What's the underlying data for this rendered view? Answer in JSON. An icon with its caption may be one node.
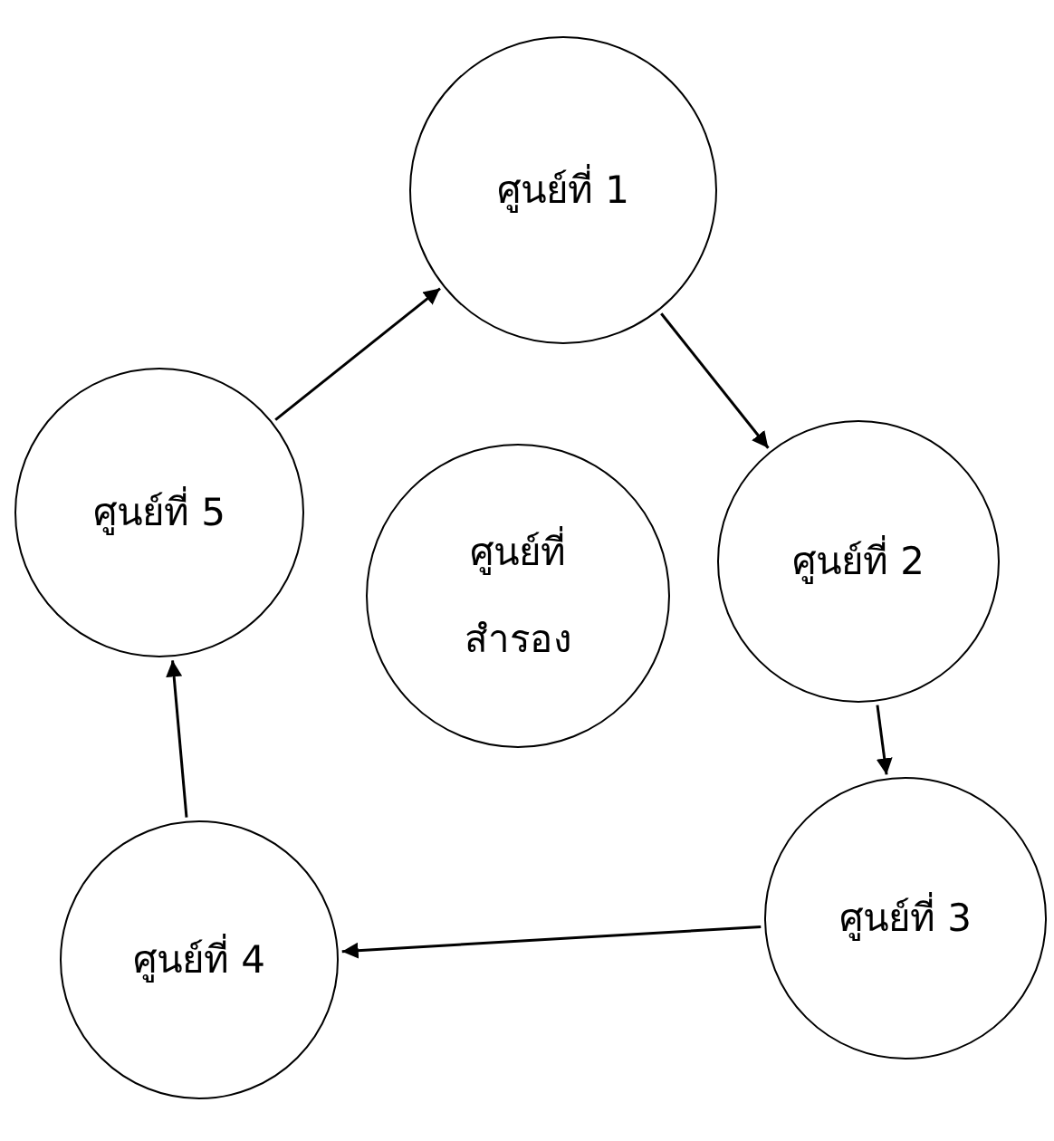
{
  "diagram": {
    "nodes": [
      {
        "text": [
          "ศูนย์ที่ 1"
        ]
      },
      {
        "text": [
          "ศูนย์ที่ 2"
        ]
      },
      {
        "text": [
          "ศูนย์ที่ 3"
        ]
      },
      {
        "text": [
          "ศูนย์ที่ 4"
        ]
      },
      {
        "text": [
          "ศูนย์ที่ 5"
        ]
      },
      {
        "text": [
          "ศูนย์ที่ สำรอง"
        ]
      }
    ],
    "edges": [
      {
        "from": 0,
        "to": 1,
        "arrow": "to"
      },
      {
        "from": 1,
        "to": 2,
        "arrow": "to"
      },
      {
        "from": 2,
        "to": 3,
        "arrow": "to"
      },
      {
        "from": 3,
        "to": 4,
        "arrow": "to"
      },
      {
        "from": 4,
        "to": 0,
        "arrow": "to"
      }
    ]
  }
}
